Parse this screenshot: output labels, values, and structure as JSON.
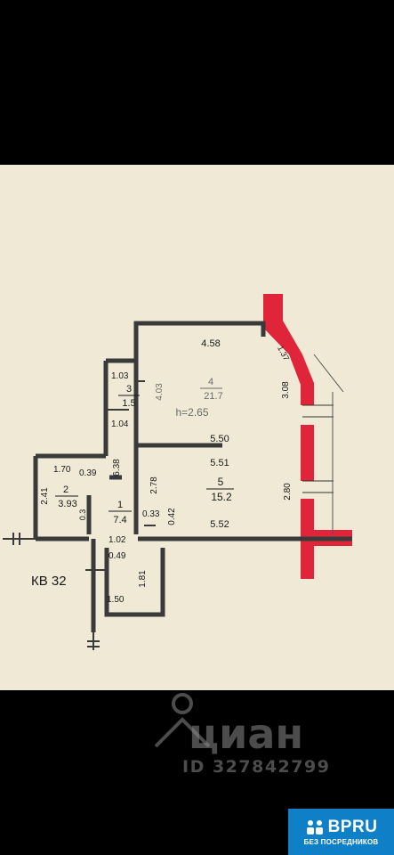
{
  "plan": {
    "apartment_label": "КВ 32",
    "ceiling_height": "h=2.65",
    "rooms": [
      {
        "number": "1",
        "area": "7.4"
      },
      {
        "number": "2",
        "area": "3.93"
      },
      {
        "number": "3",
        "area": "1.5"
      },
      {
        "number": "4",
        "area": "21.7"
      },
      {
        "number": "5",
        "area": "15.2"
      }
    ],
    "dimensions": [
      "4.58",
      "1.37",
      "3.08",
      "2.80",
      "4.03",
      "1.03",
      "1.04",
      "5.50",
      "5.51",
      "6.38",
      "2.78",
      "1.70",
      "0.39",
      "2.41",
      "0.33",
      "0.42",
      "5.52",
      "1.02",
      "0.49",
      "1.81",
      "1.50",
      "0.3"
    ]
  },
  "watermark": {
    "brand": "циан",
    "listing_id": "ID 327842799"
  },
  "badge": {
    "logo_text": "BPRU",
    "tagline": "БЕЗ ПОСРЕДНИКОВ"
  },
  "colors": {
    "background": "#000000",
    "paper": "#efe9d6",
    "wall": "#3a3a3a",
    "window_red": "#e0253a",
    "badge_blue": "#0f80c8"
  }
}
